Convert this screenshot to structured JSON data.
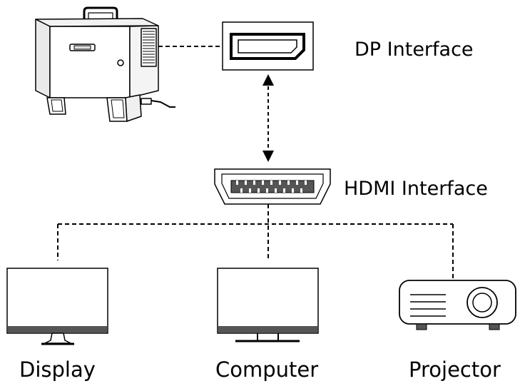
{
  "labels": {
    "dp_interface": "DP Interface",
    "hdmi_interface": "HDMI Interface",
    "display": "Display",
    "computer": "Computer",
    "projector": "Projector"
  },
  "colors": {
    "line": "#000000",
    "background": "#ffffff",
    "device_fill": "#ffffff",
    "device_shade": "#e6e6e6",
    "pin_fill": "#555555"
  },
  "icons": [
    "device-box-icon",
    "dp-port-icon",
    "hdmi-port-icon",
    "display-icon",
    "computer-icon",
    "projector-icon"
  ]
}
